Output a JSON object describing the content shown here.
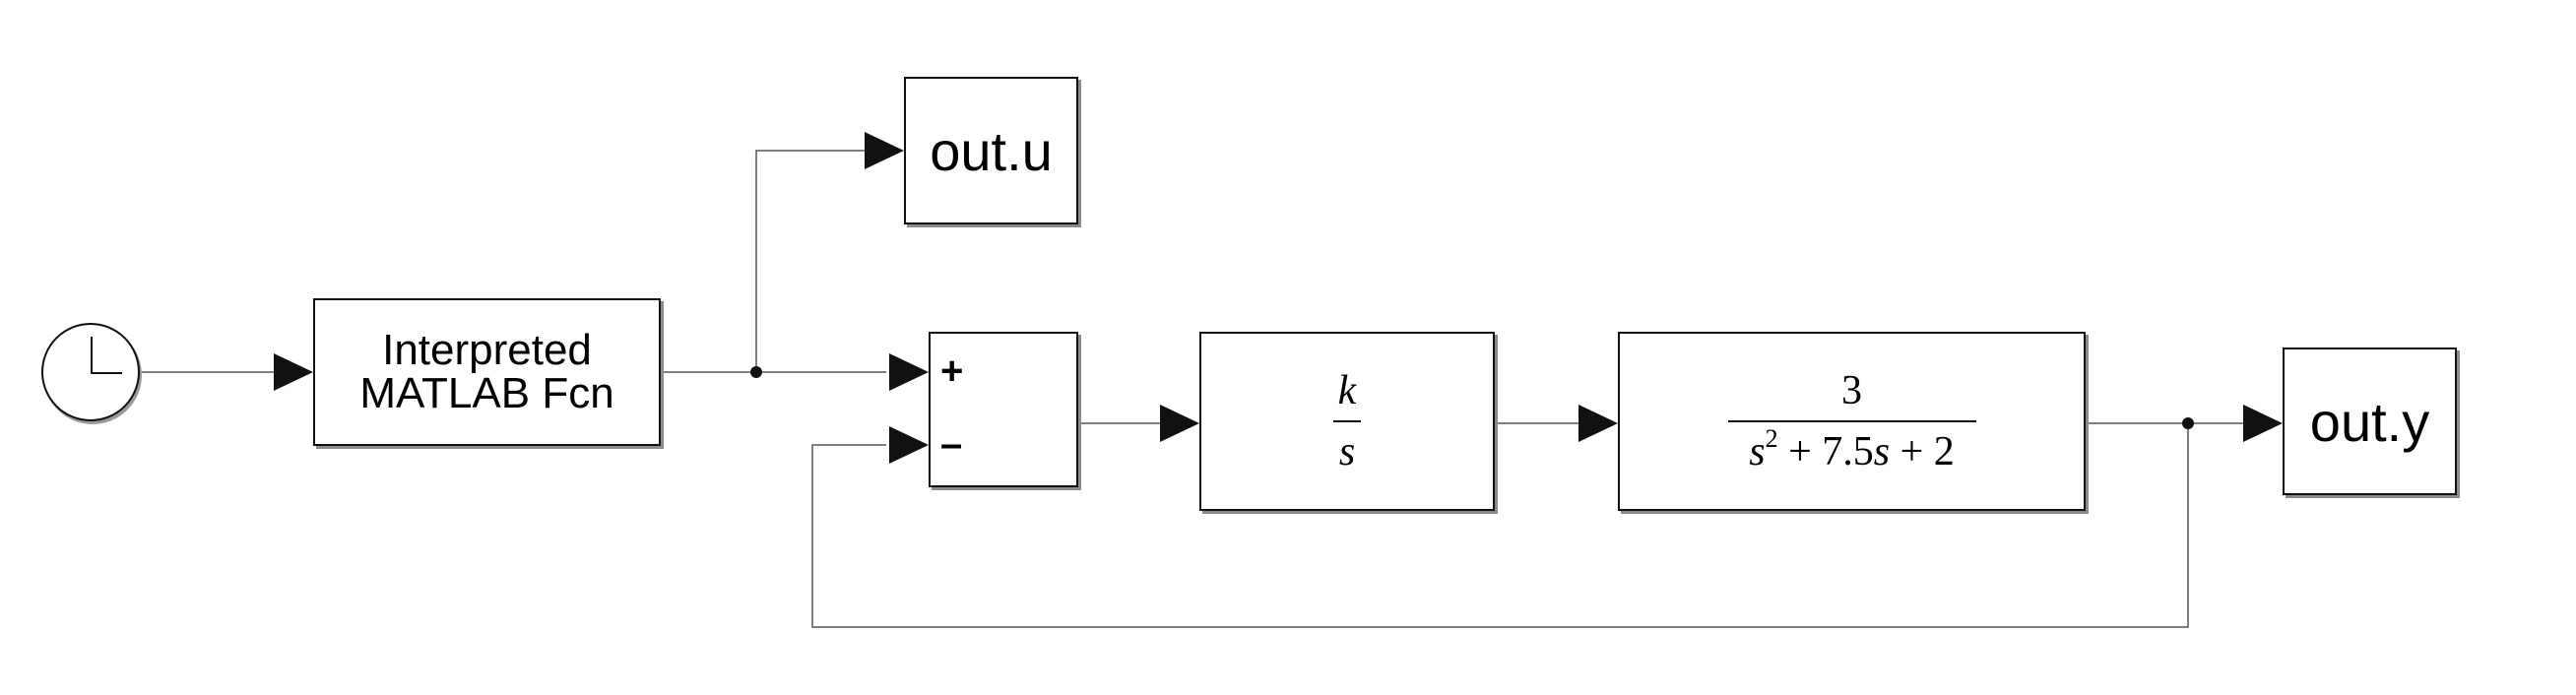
{
  "blocks": {
    "matlab_fcn": {
      "line1": "Interpreted",
      "line2": "MATLAB Fcn"
    },
    "sum": {
      "sign_top": "+",
      "sign_bottom": "–"
    },
    "integrator": {
      "num": "k",
      "den": "s"
    },
    "transfer_fcn": {
      "num": "3",
      "den_s": "s",
      "den_exp": "2",
      "den_mid": " + 7.5",
      "den_s2": "s",
      "den_end": " + 2"
    },
    "out_u": {
      "label": "out.u"
    },
    "out_y": {
      "label": "out.y"
    }
  }
}
